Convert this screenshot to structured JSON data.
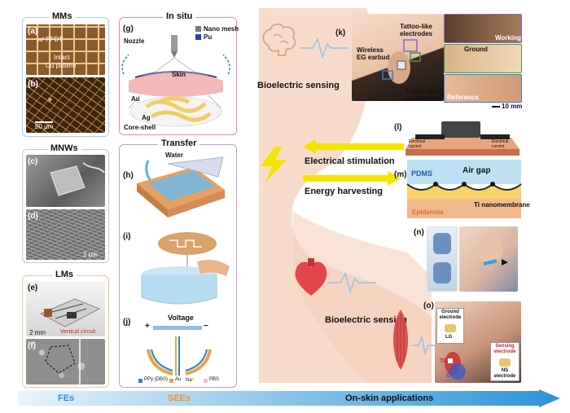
{
  "colors": {
    "fe_frame": "#9fd1ee",
    "mnw_frame": "#b4dba2",
    "lm_frame": "#f2c49b",
    "situ_frame": "#e48aa8",
    "transfer_frame": "#c79ad0",
    "skin": "#f8dccb",
    "skin_dark": "#f1c7b0",
    "arrow_yellow": "#f5e400",
    "bottom_arrow_start": "#e8f4fb",
    "bottom_arrow_end": "#2b93d8",
    "fe_text": "#2f8fcf",
    "see_text": "#f08c2e",
    "heart": "#e2454b"
  },
  "panels": {
    "mms": {
      "title": "MMs",
      "a": "(a)",
      "b": "(b)",
      "a_text1": "w/ PFDT",
      "a_text2": "Intact",
      "a_text3": "Cu pattern",
      "b_scale": "50 μm"
    },
    "mnws": {
      "title": "MNWs",
      "c": "(c)",
      "d": "(d)",
      "d_scale": "2 μm"
    },
    "lms": {
      "title": "LMs",
      "e": "(e)",
      "f": "(f)",
      "e_scale": "2 mm",
      "e_text": "Vertical circuit"
    },
    "insitu": {
      "title": "In situ",
      "g": "(g)",
      "nozzle": "Nozzle",
      "legend1": "Nano mesh",
      "legend2": "Pu",
      "skin": "Skin",
      "au": "Au",
      "ag": "Ag",
      "core_shell": "Core-shell"
    },
    "transfer": {
      "title": "Transfer",
      "h": "(h)",
      "water": "Water",
      "i": "(i)",
      "j": "(j)",
      "voltage": "Voltage",
      "plus": "+",
      "minus": "−",
      "legend_ppy": "PPy (DBS)",
      "legend_au": "Au",
      "legend_na": "Na⁺",
      "legend_pbs": "PBS"
    }
  },
  "right": {
    "bioelectric_sensing_top": "Bioelectric sensing",
    "bioelectric_sensing_bottom": "Bioelectric sensing",
    "electrical_stimulation": "Electrical stimulation",
    "energy_harvesting": "Energy harvesting",
    "k": "(k)",
    "k_tattoo_electrodes": "Tattoo-like electrodes",
    "k_earbud": "Wireless EG earbud",
    "k_connectors": "Tattoo-like connectors",
    "k_working": "Working",
    "k_ground": "Ground",
    "k_reference": "Reference",
    "k_scale": "10 mm",
    "l": "(l)",
    "l_current_left": "Electrical current",
    "l_current_right": "Electrical current",
    "m": "(m)",
    "m_pdms": "PDMS",
    "m_airgap": "Air gap",
    "m_ti": "Ti nanomembrane",
    "m_epidermis": "Epidermis",
    "n": "(n)",
    "o": "(o)",
    "o_ground": "Ground electrode",
    "o_lg": "LG",
    "o_sensing": "Sensing electrode",
    "o_ns": "NS electrode",
    "o_ta": "TA",
    "o_gc": "GC"
  },
  "bottom": {
    "fes": "FEs",
    "sees": "SEEs",
    "onskin": "On-skin applications"
  }
}
